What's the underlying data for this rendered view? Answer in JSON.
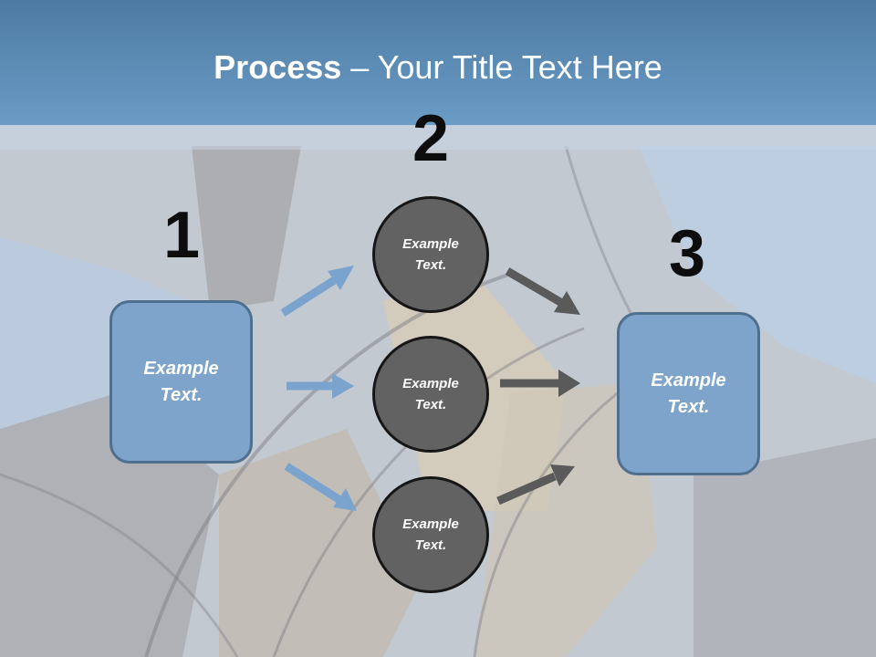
{
  "slide": {
    "title_bold": "Process",
    "title_rest": " – Your Title Text Here"
  },
  "steps": [
    {
      "number": "1",
      "label": "Example Text."
    },
    {
      "number": "2",
      "nodes": [
        {
          "label": "Example Text."
        },
        {
          "label": "Example Text."
        },
        {
          "label": "Example Text."
        }
      ]
    },
    {
      "number": "3",
      "label": "Example Text."
    }
  ],
  "colors": {
    "title_bar": "#5c8cb6",
    "box_fill": "#7ea4cc",
    "box_border": "#4f6f8f",
    "circle_fill": "#626262",
    "circle_border": "#161616",
    "arrow_blue": "#7aa3cd",
    "arrow_dark": "#5a5a5a"
  }
}
